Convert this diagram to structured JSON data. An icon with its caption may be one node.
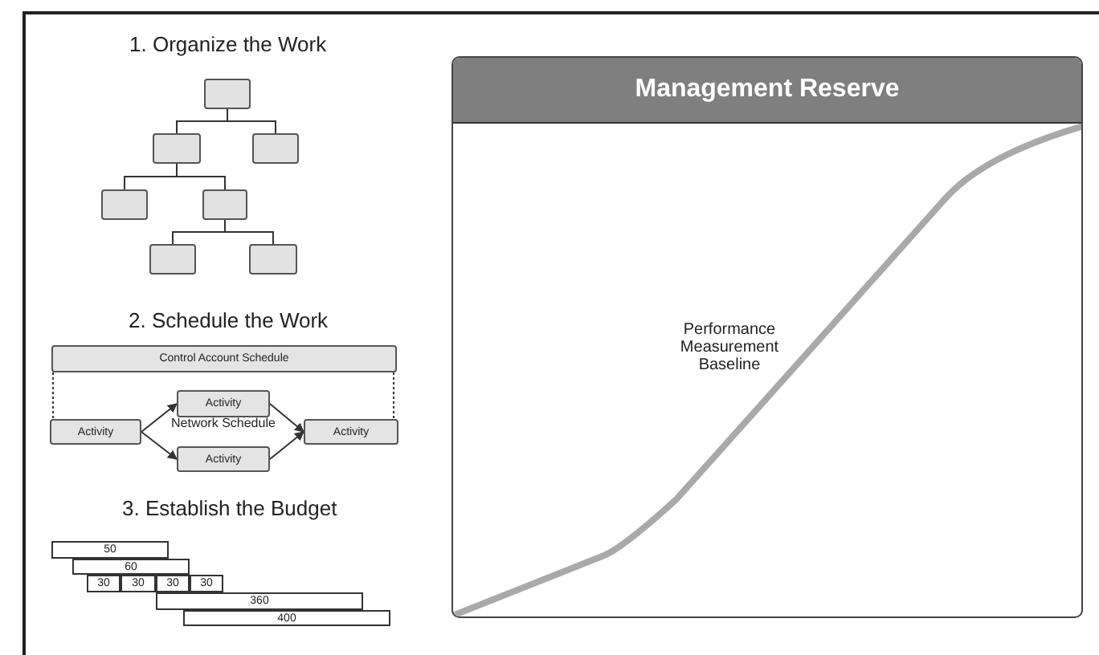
{
  "diagram": {
    "nodes": [
      {
        "text": [],
        "shape": "box"
      },
      {
        "text": [],
        "shape": "box"
      },
      {
        "text": [],
        "shape": "box"
      },
      {
        "text": [],
        "shape": "box"
      },
      {
        "text": [],
        "shape": "box"
      },
      {
        "text": [],
        "shape": "box"
      },
      {
        "text": [],
        "shape": "box"
      },
      {
        "text": [
          "Control Account Schedule"
        ]
      },
      {
        "text": [
          "Activity"
        ]
      },
      {
        "text": [
          "Activity"
        ]
      },
      {
        "text": [
          "Activity"
        ]
      },
      {
        "text": [
          "Activity"
        ]
      },
      {
        "text": [
          "50"
        ]
      },
      {
        "text": [
          "60"
        ]
      },
      {
        "text": [
          "30"
        ]
      },
      {
        "text": [
          "30"
        ]
      },
      {
        "text": [
          "30"
        ]
      },
      {
        "text": [
          "30"
        ]
      },
      {
        "text": [
          "360"
        ]
      },
      {
        "text": [
          "400"
        ]
      },
      {
        "text": [
          "Management Reserve",
          "Performance Measurement Baseline"
        ]
      }
    ],
    "edges": [
      {
        "from": 0,
        "to": 1,
        "arrow": "none"
      },
      {
        "from": 0,
        "to": 2,
        "arrow": "none"
      },
      {
        "from": 1,
        "to": 3,
        "arrow": "none"
      },
      {
        "from": 1,
        "to": 4,
        "arrow": "none"
      },
      {
        "from": 4,
        "to": 5,
        "arrow": "none"
      },
      {
        "from": 4,
        "to": 6,
        "arrow": "none"
      },
      {
        "from": 7,
        "to": 8,
        "arrow": "none",
        "style": "dashed"
      },
      {
        "from": 7,
        "to": 11,
        "arrow": "none",
        "style": "dashed"
      },
      {
        "from": 8,
        "to": 9,
        "arrow": "to"
      },
      {
        "from": 8,
        "to": 10,
        "arrow": "to"
      },
      {
        "from": 9,
        "to": 11,
        "arrow": "to"
      },
      {
        "from": 10,
        "to": 11,
        "arrow": "to"
      }
    ],
    "labels": [
      "1. Organize the Work",
      "2. Schedule the Work",
      "Network Schedule",
      "3. Establish the Budget"
    ]
  }
}
